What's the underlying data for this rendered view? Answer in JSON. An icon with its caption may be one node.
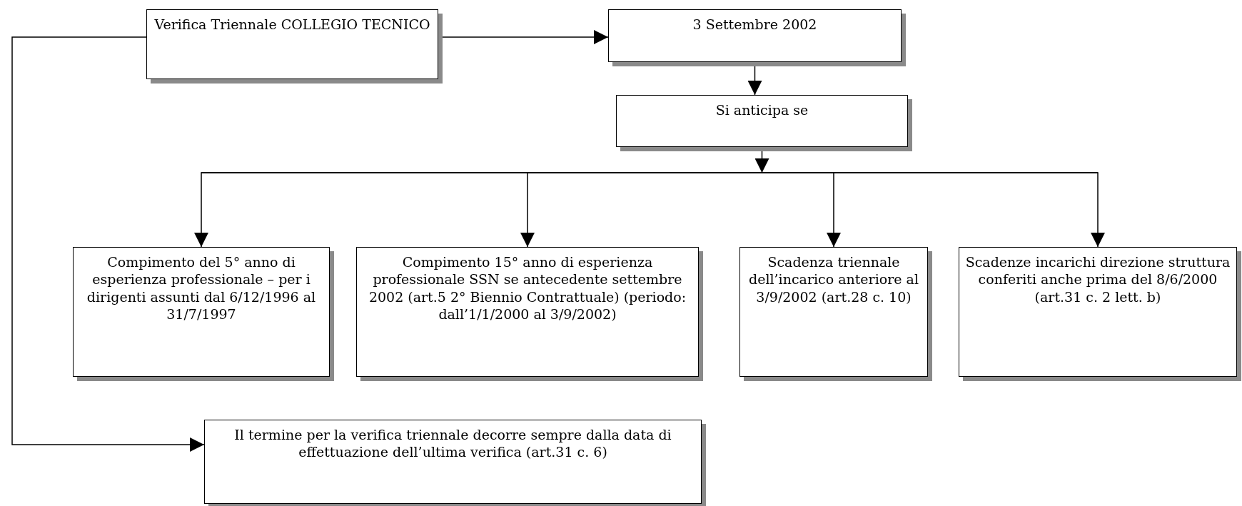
{
  "diagram": {
    "nodes": [
      {
        "text": [
          "Verifica Triennale COLLEGIO TECNICO"
        ]
      },
      {
        "text": [
          "3 Settembre 2002"
        ]
      },
      {
        "text": [
          "Si anticipa se"
        ]
      },
      {
        "text": [
          "Compimento del 5° anno di esperienza professionale – per i dirigenti assunti dal 6/12/1996 al 31/7/1997"
        ]
      },
      {
        "text": [
          "Compimento 15° anno di esperienza professionale SSN se antecedente settembre 2002 (art.5 2° Biennio Contrattuale) (periodo: dall’1/1/2000 al 3/9/2002)"
        ]
      },
      {
        "text": [
          "Scadenza triennale dell’incarico anteriore al 3/9/2002 (art.28 c. 10)"
        ]
      },
      {
        "text": [
          "Scadenze incarichi direzione struttura conferiti anche prima del 8/6/2000 (art.31 c. 2 lett. b)"
        ]
      },
      {
        "text": [
          "Il termine per la verifica triennale decorre sempre dalla data di effettuazione dell’ultima verifica (art.31 c. 6)"
        ]
      }
    ],
    "edges": [
      {
        "from": 0,
        "to": 1,
        "arrow": "to"
      },
      {
        "from": 1,
        "to": 2,
        "arrow": "to"
      },
      {
        "from": 2,
        "to": 3,
        "arrow": "to"
      },
      {
        "from": 2,
        "to": 4,
        "arrow": "to"
      },
      {
        "from": 2,
        "to": 5,
        "arrow": "to"
      },
      {
        "from": 2,
        "to": 6,
        "arrow": "to"
      },
      {
        "from": 0,
        "to": 7,
        "arrow": "to"
      }
    ]
  }
}
